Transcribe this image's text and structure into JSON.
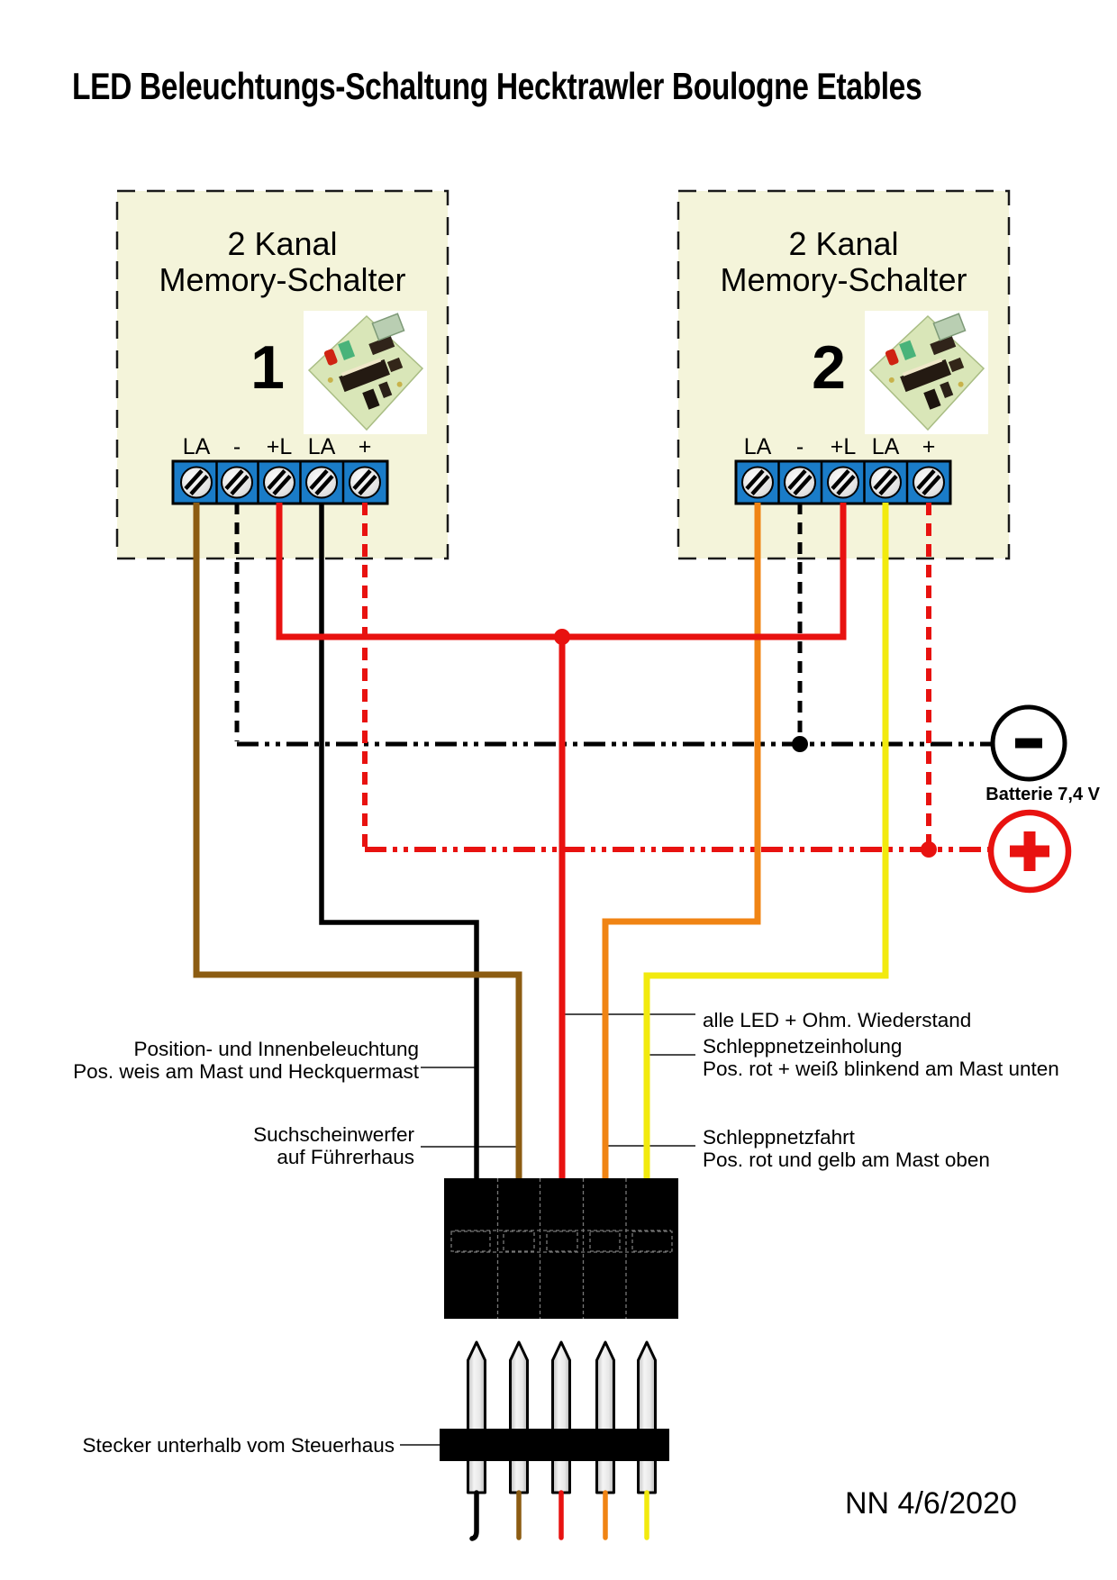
{
  "title": "LED Beleuchtungs-Schaltung Hecktrawler Boulogne Etables",
  "modules": {
    "header_line1": "2 Kanal",
    "header_line2": "Memory-Schalter",
    "module1_number": "1",
    "module2_number": "2",
    "terminals": [
      "LA",
      "-",
      "+L",
      "LA",
      "+"
    ]
  },
  "battery": {
    "label": "Batterie 7,4 V"
  },
  "annotations": {
    "all_led": "alle LED + Ohm. Wiederstand",
    "schleppnetzeinholung_1": "Schleppnetzeinholung",
    "schleppnetzeinholung_2": "Pos. rot + weiß blinkend am Mast unten",
    "schleppnetzfahrt_1": "Schleppnetzfahrt",
    "schleppnetzfahrt_2": "Pos. rot und gelb am Mast oben",
    "position_1": "Position- und Innenbeleuchtung",
    "position_2": "Pos. weis am Mast und Heckquermast",
    "suchscheinwerfer_1": "Suchscheinwerfer",
    "suchscheinwerfer_2": "auf Führerhaus",
    "stecker": "Stecker unterhalb vom Steuerhaus"
  },
  "footer": {
    "date": "NN 4/6/2020"
  },
  "colors": {
    "box_fill": "#f4f4da",
    "terminal_blue": "#1a7cc8",
    "wire_brown": "#8c5c12",
    "wire_black": "#000000",
    "wire_red": "#e81210",
    "wire_orange": "#f08414",
    "wire_yellow": "#f2ea0e",
    "battery_minus": "#000000",
    "battery_plus": "#e81210"
  },
  "wires": [
    {
      "terminal": "module1 LA",
      "color": "brown",
      "style": "solid",
      "to": "plug pin 2 (Suchscheinwerfer auf Führerhaus)"
    },
    {
      "terminal": "module1 -",
      "color": "black",
      "style": "dashed",
      "to": "battery minus bus"
    },
    {
      "terminal": "module1 +L",
      "color": "red",
      "style": "solid",
      "to": "module2 +L and plug pin 3 (alle LED + Ohm. Wiederstand)"
    },
    {
      "terminal": "module1 LA(2)",
      "color": "black",
      "style": "solid",
      "to": "plug pin 1 (Position- und Innenbeleuchtung)"
    },
    {
      "terminal": "module1 +",
      "color": "red",
      "style": "dashed",
      "to": "battery plus bus"
    },
    {
      "terminal": "module2 LA",
      "color": "orange",
      "style": "solid",
      "to": "plug pin 4 (Schleppnetzfahrt)"
    },
    {
      "terminal": "module2 -",
      "color": "black",
      "style": "dashed",
      "to": "battery minus bus"
    },
    {
      "terminal": "module2 +L",
      "color": "red",
      "style": "solid",
      "to": "module1 +L"
    },
    {
      "terminal": "module2 LA(2)",
      "color": "yellow",
      "style": "solid",
      "to": "plug pin 5 (Schleppnetzeinholung)"
    },
    {
      "terminal": "module2 +",
      "color": "red",
      "style": "dashed",
      "to": "battery plus bus"
    }
  ]
}
